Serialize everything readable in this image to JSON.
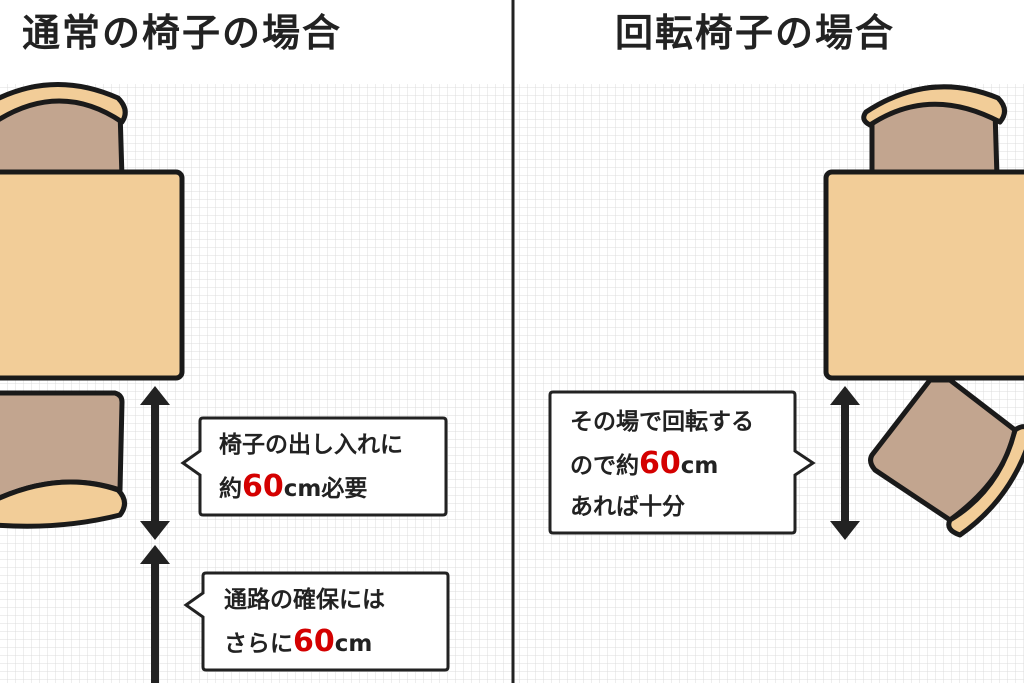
{
  "left": {
    "title": "通常の椅子の場合",
    "callout1": {
      "line1": "椅子の出し入れに",
      "prefix": "約",
      "number": "60",
      "suffix": "cm必要"
    },
    "callout2": {
      "line1": "通路の確保には",
      "prefix": "さらに",
      "number": "60",
      "suffix": "cm"
    }
  },
  "right": {
    "title": "回転椅子の場合",
    "callout": {
      "line1": "その場で回転する",
      "prefix": "ので約",
      "number": "60",
      "suffix": "cm",
      "line3": "あれば十分"
    }
  },
  "colors": {
    "table": "#f2cd98",
    "seat": "#c2a58f",
    "accent": "#d40000",
    "outline": "#1a1a1a"
  }
}
